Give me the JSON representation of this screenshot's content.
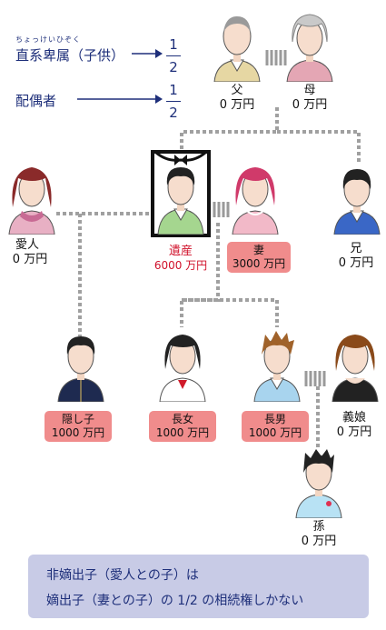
{
  "legend": {
    "ruby": "ちょっけいひぞく",
    "row1_label": "直系卑属（子供）",
    "row1_num": "1",
    "row1_den": "2",
    "row2_label": "配偶者",
    "row2_num": "1",
    "row2_den": "2"
  },
  "people": {
    "father": {
      "name": "父",
      "amount": "0 万円"
    },
    "mother": {
      "name": "母",
      "amount": "0 万円"
    },
    "mistress": {
      "name": "愛人",
      "amount": "0 万円"
    },
    "deceased": {
      "name": "遺産",
      "amount": "6000 万円"
    },
    "wife": {
      "name": "妻",
      "amount": "3000 万円"
    },
    "brother": {
      "name": "兄",
      "amount": "0 万円"
    },
    "hidden_child": {
      "name": "隠し子",
      "amount": "1000 万円"
    },
    "eldest_daughter": {
      "name": "長女",
      "amount": "1000 万円"
    },
    "eldest_son": {
      "name": "長男",
      "amount": "1000 万円"
    },
    "daughter_in_law": {
      "name": "義娘",
      "amount": "0 万円"
    },
    "grandchild": {
      "name": "孫",
      "amount": "0 万円"
    }
  },
  "note": {
    "line1": "非嫡出子（愛人との子）は",
    "line2": "嫡出子（妻との子）の 1/2 の相続権しかない"
  },
  "colors": {
    "tag_pink": "#f08c8c",
    "deceased_red": "#d0102a",
    "note_bg": "#c8cbe6",
    "connector_gray": "#a0a0a0"
  }
}
